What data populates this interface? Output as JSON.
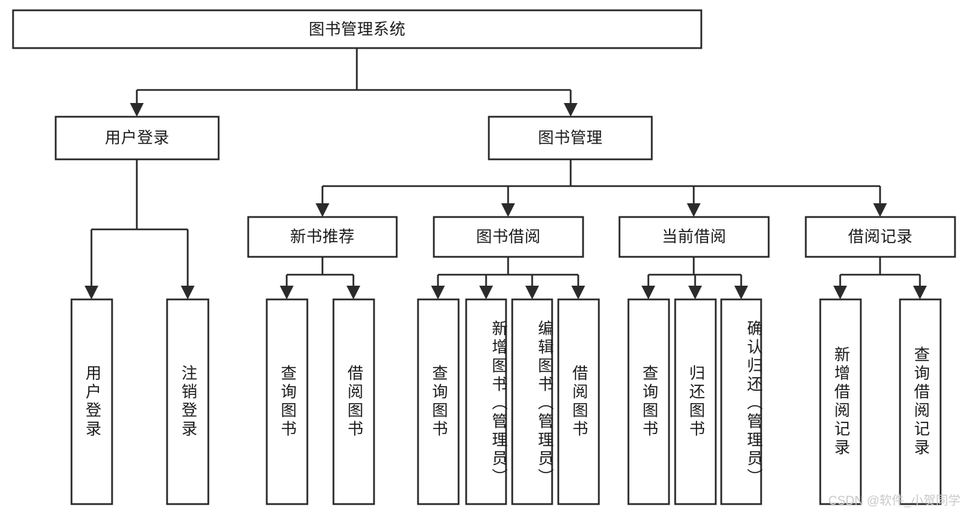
{
  "diagram": {
    "title_node": {
      "label": "图书管理系统"
    },
    "level2": [
      {
        "id": "user-login",
        "label": "用户登录"
      },
      {
        "id": "book-manage",
        "label": "图书管理"
      }
    ],
    "level3": [
      {
        "id": "new-book-recommend",
        "label": "新书推荐"
      },
      {
        "id": "book-borrow",
        "label": "图书借阅"
      },
      {
        "id": "current-borrow",
        "label": "当前借阅"
      },
      {
        "id": "borrow-record",
        "label": "借阅记录"
      }
    ],
    "leaves": {
      "user_login": [
        {
          "id": "leaf-user-login",
          "label": "用户登录",
          "align": "centered"
        },
        {
          "id": "leaf-logout-login",
          "label": "注销登录",
          "align": "centered"
        }
      ],
      "new_book_recommend": [
        {
          "id": "leaf-query-book-1",
          "label": "查询图书",
          "align": "centered"
        },
        {
          "id": "leaf-borrow-book-1",
          "label": "借阅图书",
          "align": "centered"
        }
      ],
      "book_borrow": [
        {
          "id": "leaf-query-book-2",
          "label": "查询图书",
          "align": "centered"
        },
        {
          "id": "leaf-add-book-admin",
          "label": "新增图书（管理员）",
          "align": "top"
        },
        {
          "id": "leaf-edit-book-admin",
          "label": "编辑图书（管理员）",
          "align": "top"
        },
        {
          "id": "leaf-borrow-book-2",
          "label": "借阅图书",
          "align": "centered"
        }
      ],
      "current_borrow": [
        {
          "id": "leaf-query-book-3",
          "label": "查询图书",
          "align": "centered"
        },
        {
          "id": "leaf-return-book",
          "label": "归还图书",
          "align": "centered"
        },
        {
          "id": "leaf-confirm-return-admin",
          "label": "确认归还（管理员）",
          "align": "top"
        }
      ],
      "borrow_record": [
        {
          "id": "leaf-add-borrow-record",
          "label": "新增借阅记录",
          "align": "centered"
        },
        {
          "id": "leaf-query-borrow-record",
          "label": "查询借阅记录",
          "align": "centered"
        }
      ]
    },
    "watermark": "CSDN @软件_小贺同学",
    "colors": {
      "stroke": "#2b2b2b",
      "fill": "#ffffff",
      "text": "#1a1a1a",
      "watermark": "#c9c9c9"
    }
  },
  "chart_data": {
    "type": "diagram",
    "subtype": "tree-hierarchy",
    "title": "图书管理系统",
    "orientation": "top-down",
    "nodes": [
      {
        "id": "root",
        "label": "图书管理系统",
        "level": 0,
        "parent": null
      },
      {
        "id": "user-login",
        "label": "用户登录",
        "level": 1,
        "parent": "root"
      },
      {
        "id": "book-manage",
        "label": "图书管理",
        "level": 1,
        "parent": "root"
      },
      {
        "id": "new-book-recommend",
        "label": "新书推荐",
        "level": 2,
        "parent": "book-manage"
      },
      {
        "id": "book-borrow",
        "label": "图书借阅",
        "level": 2,
        "parent": "book-manage"
      },
      {
        "id": "current-borrow",
        "label": "当前借阅",
        "level": 2,
        "parent": "book-manage"
      },
      {
        "id": "borrow-record",
        "label": "借阅记录",
        "level": 2,
        "parent": "book-manage"
      },
      {
        "id": "leaf-user-login",
        "label": "用户登录",
        "level": 2,
        "parent": "user-login"
      },
      {
        "id": "leaf-logout-login",
        "label": "注销登录",
        "level": 2,
        "parent": "user-login"
      },
      {
        "id": "leaf-query-book-1",
        "label": "查询图书",
        "level": 3,
        "parent": "new-book-recommend"
      },
      {
        "id": "leaf-borrow-book-1",
        "label": "借阅图书",
        "level": 3,
        "parent": "new-book-recommend"
      },
      {
        "id": "leaf-query-book-2",
        "label": "查询图书",
        "level": 3,
        "parent": "book-borrow"
      },
      {
        "id": "leaf-add-book-admin",
        "label": "新增图书（管理员）",
        "level": 3,
        "parent": "book-borrow"
      },
      {
        "id": "leaf-edit-book-admin",
        "label": "编辑图书（管理员）",
        "level": 3,
        "parent": "book-borrow"
      },
      {
        "id": "leaf-borrow-book-2",
        "label": "借阅图书",
        "level": 3,
        "parent": "book-borrow"
      },
      {
        "id": "leaf-query-book-3",
        "label": "查询图书",
        "level": 3,
        "parent": "current-borrow"
      },
      {
        "id": "leaf-return-book",
        "label": "归还图书",
        "level": 3,
        "parent": "current-borrow"
      },
      {
        "id": "leaf-confirm-return-admin",
        "label": "确认归还（管理员）",
        "level": 3,
        "parent": "current-borrow"
      },
      {
        "id": "leaf-add-borrow-record",
        "label": "新增借阅记录",
        "level": 3,
        "parent": "borrow-record"
      },
      {
        "id": "leaf-query-borrow-record",
        "label": "查询借阅记录",
        "level": 3,
        "parent": "borrow-record"
      }
    ],
    "edges": [
      {
        "from": "root",
        "to": "user-login"
      },
      {
        "from": "root",
        "to": "book-manage"
      },
      {
        "from": "user-login",
        "to": "leaf-user-login"
      },
      {
        "from": "user-login",
        "to": "leaf-logout-login"
      },
      {
        "from": "book-manage",
        "to": "new-book-recommend"
      },
      {
        "from": "book-manage",
        "to": "book-borrow"
      },
      {
        "from": "book-manage",
        "to": "current-borrow"
      },
      {
        "from": "book-manage",
        "to": "borrow-record"
      },
      {
        "from": "new-book-recommend",
        "to": "leaf-query-book-1"
      },
      {
        "from": "new-book-recommend",
        "to": "leaf-borrow-book-1"
      },
      {
        "from": "book-borrow",
        "to": "leaf-query-book-2"
      },
      {
        "from": "book-borrow",
        "to": "leaf-add-book-admin"
      },
      {
        "from": "book-borrow",
        "to": "leaf-edit-book-admin"
      },
      {
        "from": "book-borrow",
        "to": "leaf-borrow-book-2"
      },
      {
        "from": "current-borrow",
        "to": "leaf-query-book-3"
      },
      {
        "from": "current-borrow",
        "to": "leaf-return-book"
      },
      {
        "from": "current-borrow",
        "to": "leaf-confirm-return-admin"
      },
      {
        "from": "borrow-record",
        "to": "leaf-add-borrow-record"
      },
      {
        "from": "borrow-record",
        "to": "leaf-query-borrow-record"
      }
    ]
  }
}
